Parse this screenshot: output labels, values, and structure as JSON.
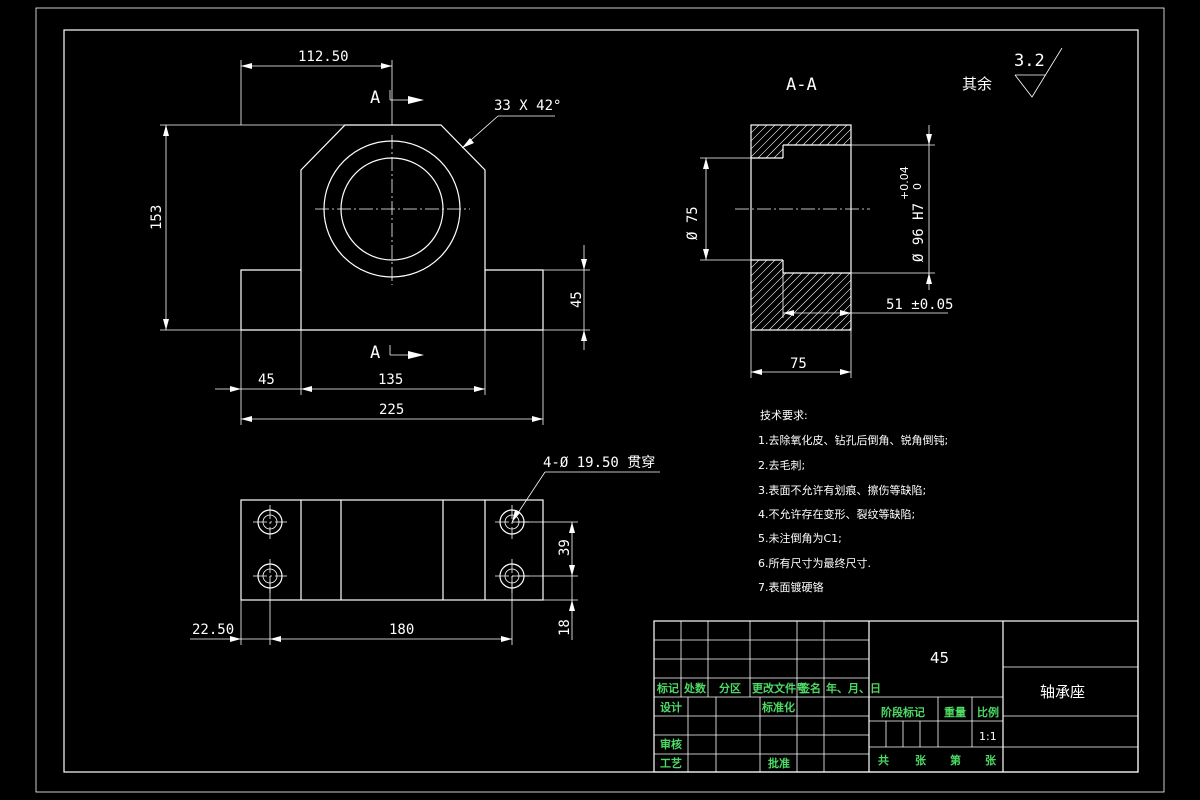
{
  "views": {
    "section_label": "A-A",
    "cut_label_top": "A",
    "cut_label_bottom": "A"
  },
  "roughness": {
    "value": "3.2",
    "label": "其余"
  },
  "dimensions": {
    "front": {
      "top_width": "112.50",
      "chamfer": "33 X 42°",
      "height": "153",
      "base_height": "45",
      "left_offset": "45",
      "center_width": "135",
      "total_width": "225"
    },
    "section": {
      "inner_dia": "Ø 75",
      "bore": "Ø 96 H7",
      "tol_upper": "+0.04",
      "tol_lower": "0",
      "depth": "51 ±0.05",
      "width": "75"
    },
    "top": {
      "holes": "4-Ø 19.50 贯穿",
      "hole_spacing_y": "39",
      "edge_y": "18",
      "edge_x": "22.50",
      "hole_spacing_x": "180"
    }
  },
  "requirements": {
    "title": "技术要求:",
    "items": [
      "1.去除氧化皮、钻孔后倒角、锐角倒钝;",
      "2.去毛刺;",
      "3.表面不允许有划痕、擦伤等缺陷;",
      "4.不允许存在变形、裂纹等缺陷;",
      "5.未注倒角为C1;",
      "6.所有尺寸为最终尺寸.",
      "7.表面镀硬铬"
    ]
  },
  "title_block": {
    "material": "45",
    "part_name": "轴承座",
    "rev_headers": [
      "标记",
      "处数",
      "分区",
      "更改文件号",
      "签名",
      "年、月、日"
    ],
    "design": "设计",
    "standardize": "标准化",
    "stage_mark": "阶段标记",
    "weight": "重量",
    "scale_label": "比例",
    "scale": "1:1",
    "review": "审核",
    "process": "工艺",
    "approve": "批准",
    "sheets": [
      "共",
      "张",
      "第",
      "张"
    ]
  }
}
